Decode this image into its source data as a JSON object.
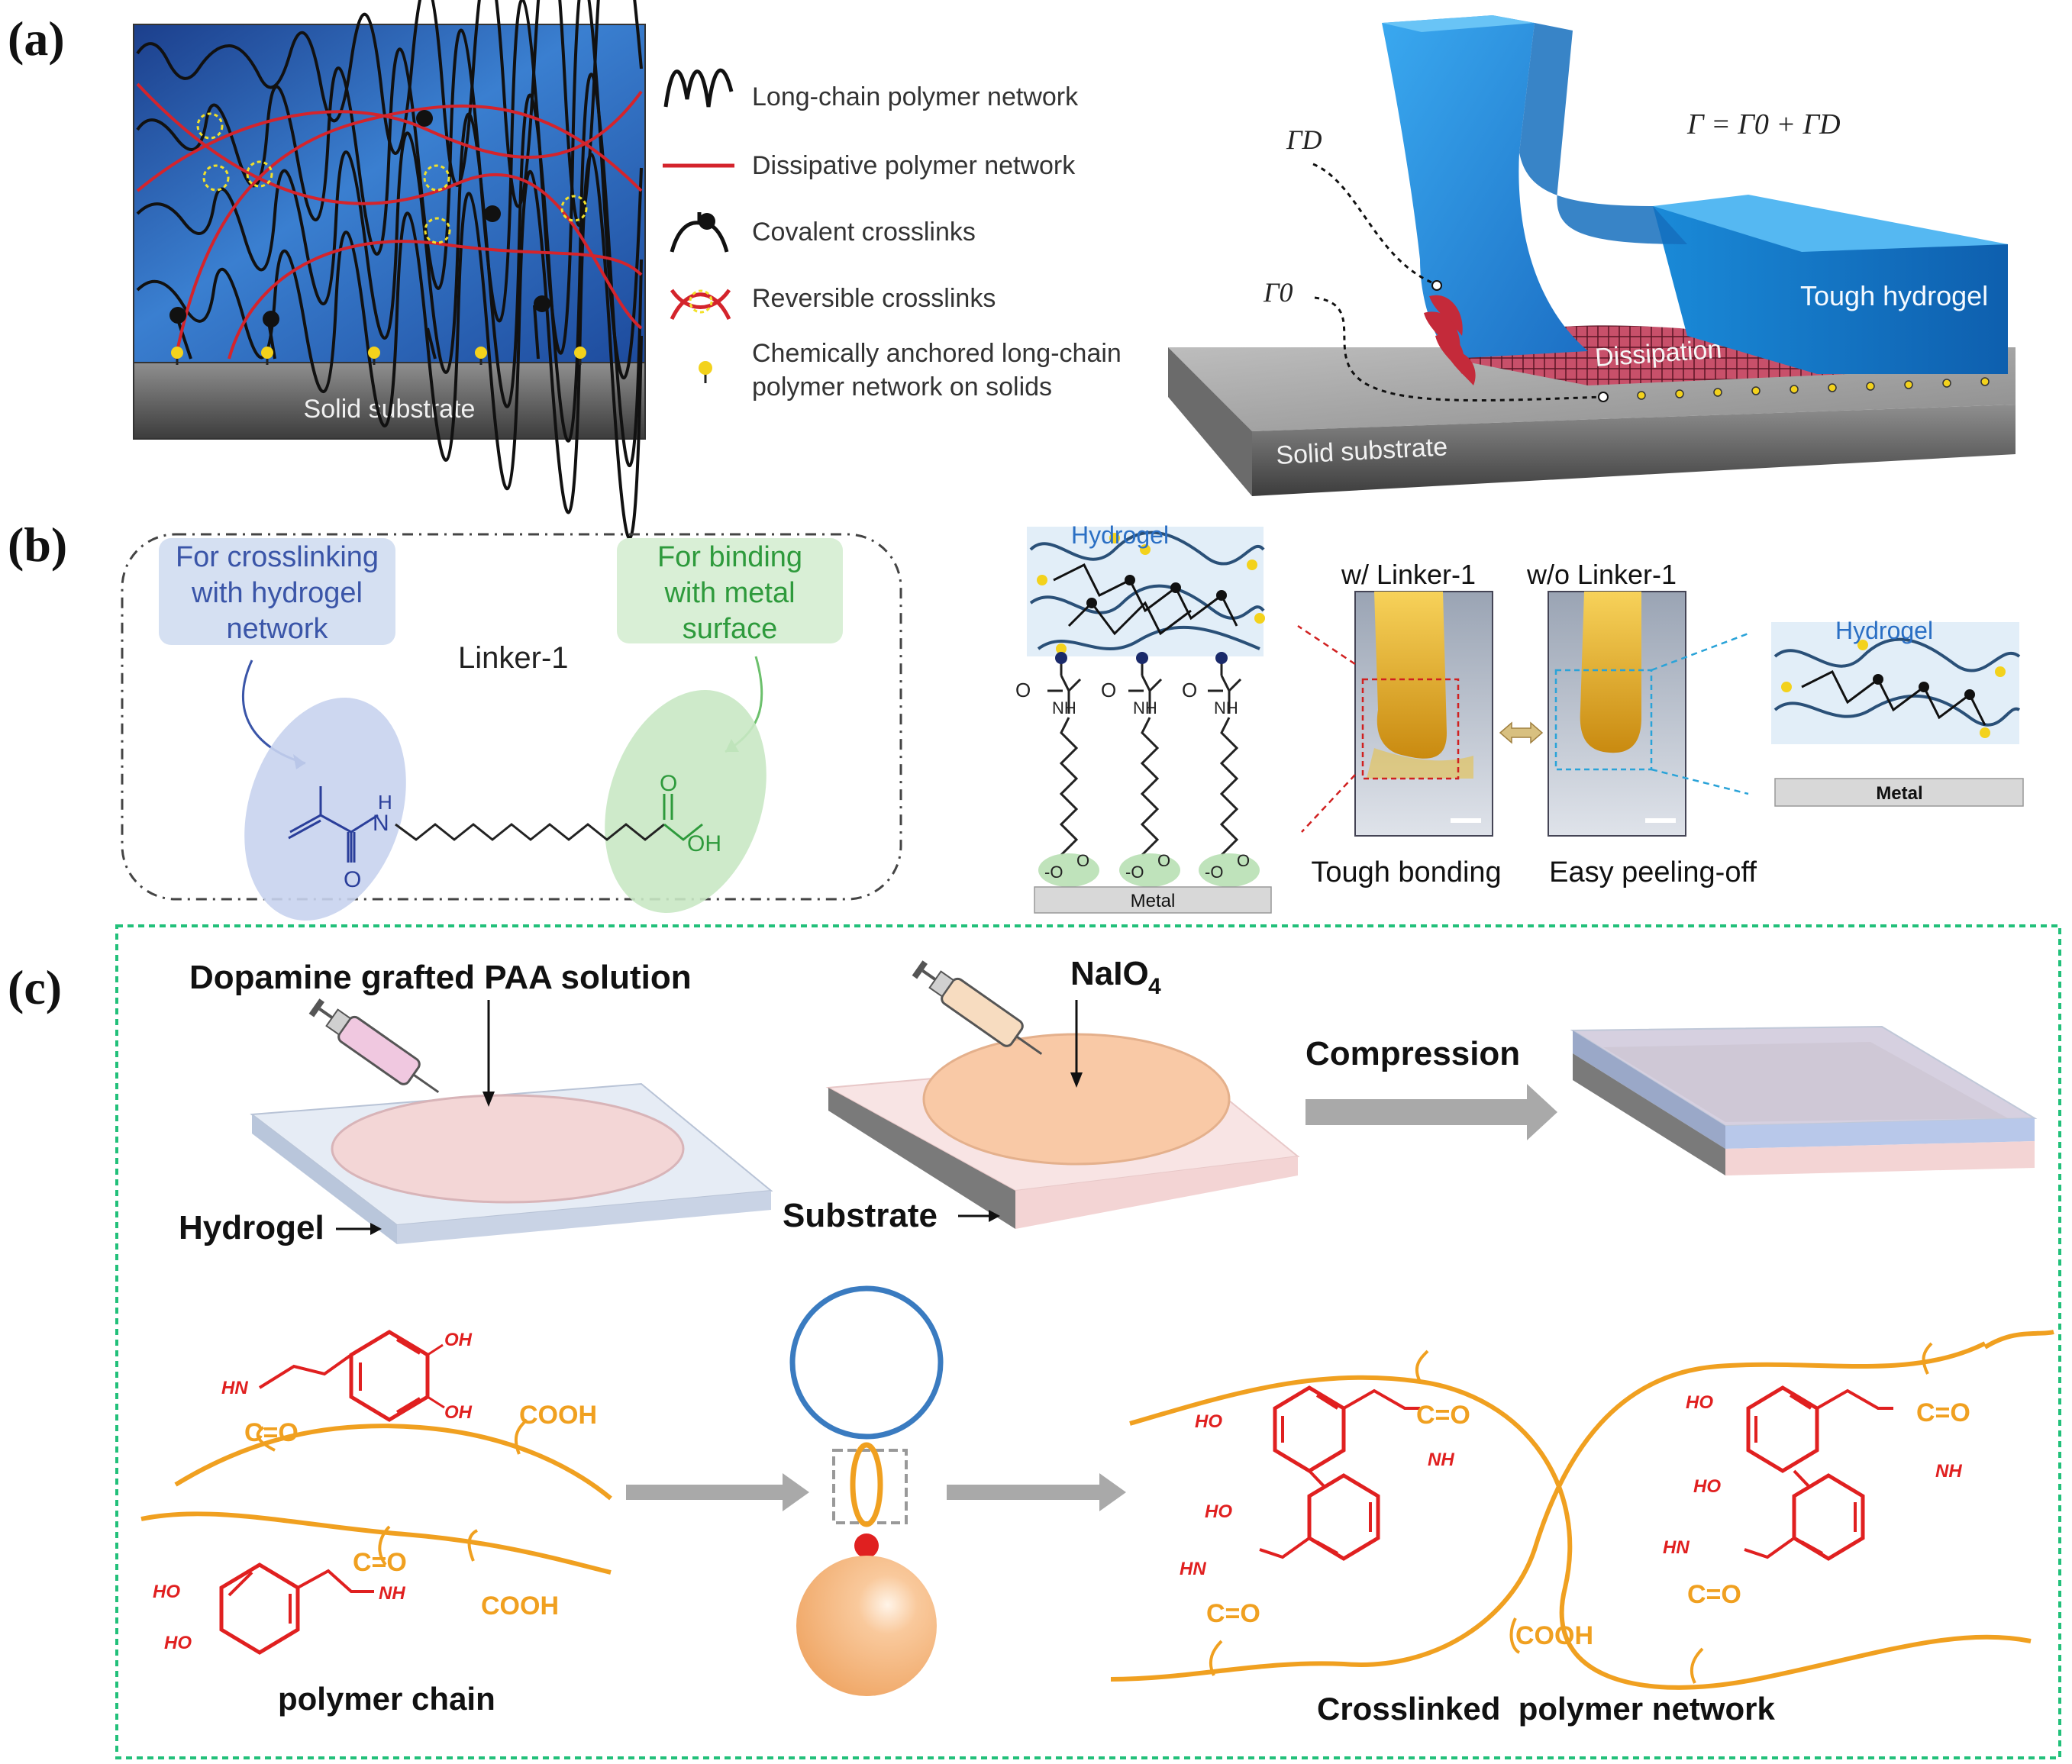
{
  "panel_labels": {
    "a": "(a)",
    "b": "(b)",
    "c": "(c)"
  },
  "panel_a": {
    "substrate_label": "Solid substrate",
    "legend": [
      {
        "icon": "wavy-chain-icon",
        "label": "Long-chain polymer network"
      },
      {
        "icon": "red-line-icon",
        "label": "Dissipative polymer network"
      },
      {
        "icon": "covalent-crosslink-icon",
        "label": "Covalent crosslinks"
      },
      {
        "icon": "reversible-crosslink-icon",
        "label": "Reversible crosslinks"
      },
      {
        "icon": "anchor-pin-icon",
        "label_line1": "Chemically anchored long-chain",
        "label_line2": "polymer network on solids"
      }
    ],
    "equation": "Γ = Γ0 + ΓD",
    "gamma_d": "ΓD",
    "gamma_0": "Γ0",
    "tough_hydrogel": "Tough hydrogel",
    "dissipation": "Dissipation",
    "solid_substrate": "Solid substrate"
  },
  "panel_b": {
    "box_left": "For crosslinking with hydrogel network",
    "box_left_lines": [
      "For crosslinking",
      "with hydrogel",
      "network"
    ],
    "box_right_lines": [
      "For binding",
      "with metal",
      "surface"
    ],
    "linker_name": "Linker-1",
    "hydrogel_label": "Hydrogel",
    "metal_label": "Metal",
    "with_linker": "w/ Linker-1",
    "without_linker": "w/o Linker-1",
    "tough_bonding": "Tough bonding",
    "easy_peeling": "Easy peeling-off",
    "hydrogel_label_right": "Hydrogel",
    "metal_label_right": "Metal",
    "chem_o": "O",
    "chem_nh": "NH",
    "chem_h": "H",
    "chem_n": "N",
    "chem_oh": "OH",
    "chem_ominus": "-O",
    "colors": {
      "blue_box": "#d5e0f2",
      "green_box": "#d9efd6",
      "blue_text": "#3a55a8",
      "green_text": "#2e9a3c"
    }
  },
  "panel_c": {
    "dopamine_solution": "Dopamine grafted PAA solution",
    "naio4": "NaIO",
    "naio4_sub": "4",
    "compression": "Compression",
    "hydrogel": "Hydrogel",
    "substrate": "Substrate",
    "polymer_chain": "polymer chain",
    "crosslinked_network": "Crosslinked  polymer network",
    "chem": {
      "oh": "OH",
      "ho": "HO",
      "hn": "HN",
      "nh": "NH",
      "co": "C=O",
      "cooh": "COOH"
    },
    "colors": {
      "chain": "#f0a020",
      "ring": "#e02020",
      "border": "#22c07a"
    }
  }
}
